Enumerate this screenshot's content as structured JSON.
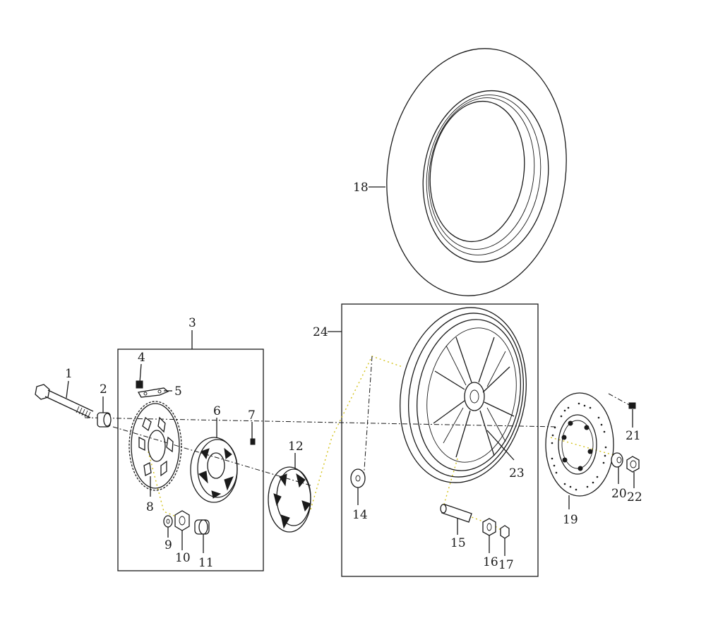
{
  "diagram": {
    "callouts": [
      {
        "id": "1",
        "text": "1"
      },
      {
        "id": "2",
        "text": "2"
      },
      {
        "id": "3",
        "text": "3"
      },
      {
        "id": "4",
        "text": "4"
      },
      {
        "id": "5",
        "text": "5"
      },
      {
        "id": "6",
        "text": "6"
      },
      {
        "id": "7",
        "text": "7"
      },
      {
        "id": "8",
        "text": "8"
      },
      {
        "id": "9",
        "text": "9"
      },
      {
        "id": "10",
        "text": "10"
      },
      {
        "id": "11",
        "text": "11"
      },
      {
        "id": "12",
        "text": "12"
      },
      {
        "id": "14",
        "text": "14"
      },
      {
        "id": "15",
        "text": "15"
      },
      {
        "id": "16",
        "text": "16"
      },
      {
        "id": "17",
        "text": "17"
      },
      {
        "id": "18",
        "text": "18"
      },
      {
        "id": "19",
        "text": "19"
      },
      {
        "id": "20",
        "text": "20"
      },
      {
        "id": "21",
        "text": "21"
      },
      {
        "id": "22",
        "text": "22"
      },
      {
        "id": "23",
        "text": "23"
      },
      {
        "id": "24",
        "text": "24"
      }
    ]
  }
}
